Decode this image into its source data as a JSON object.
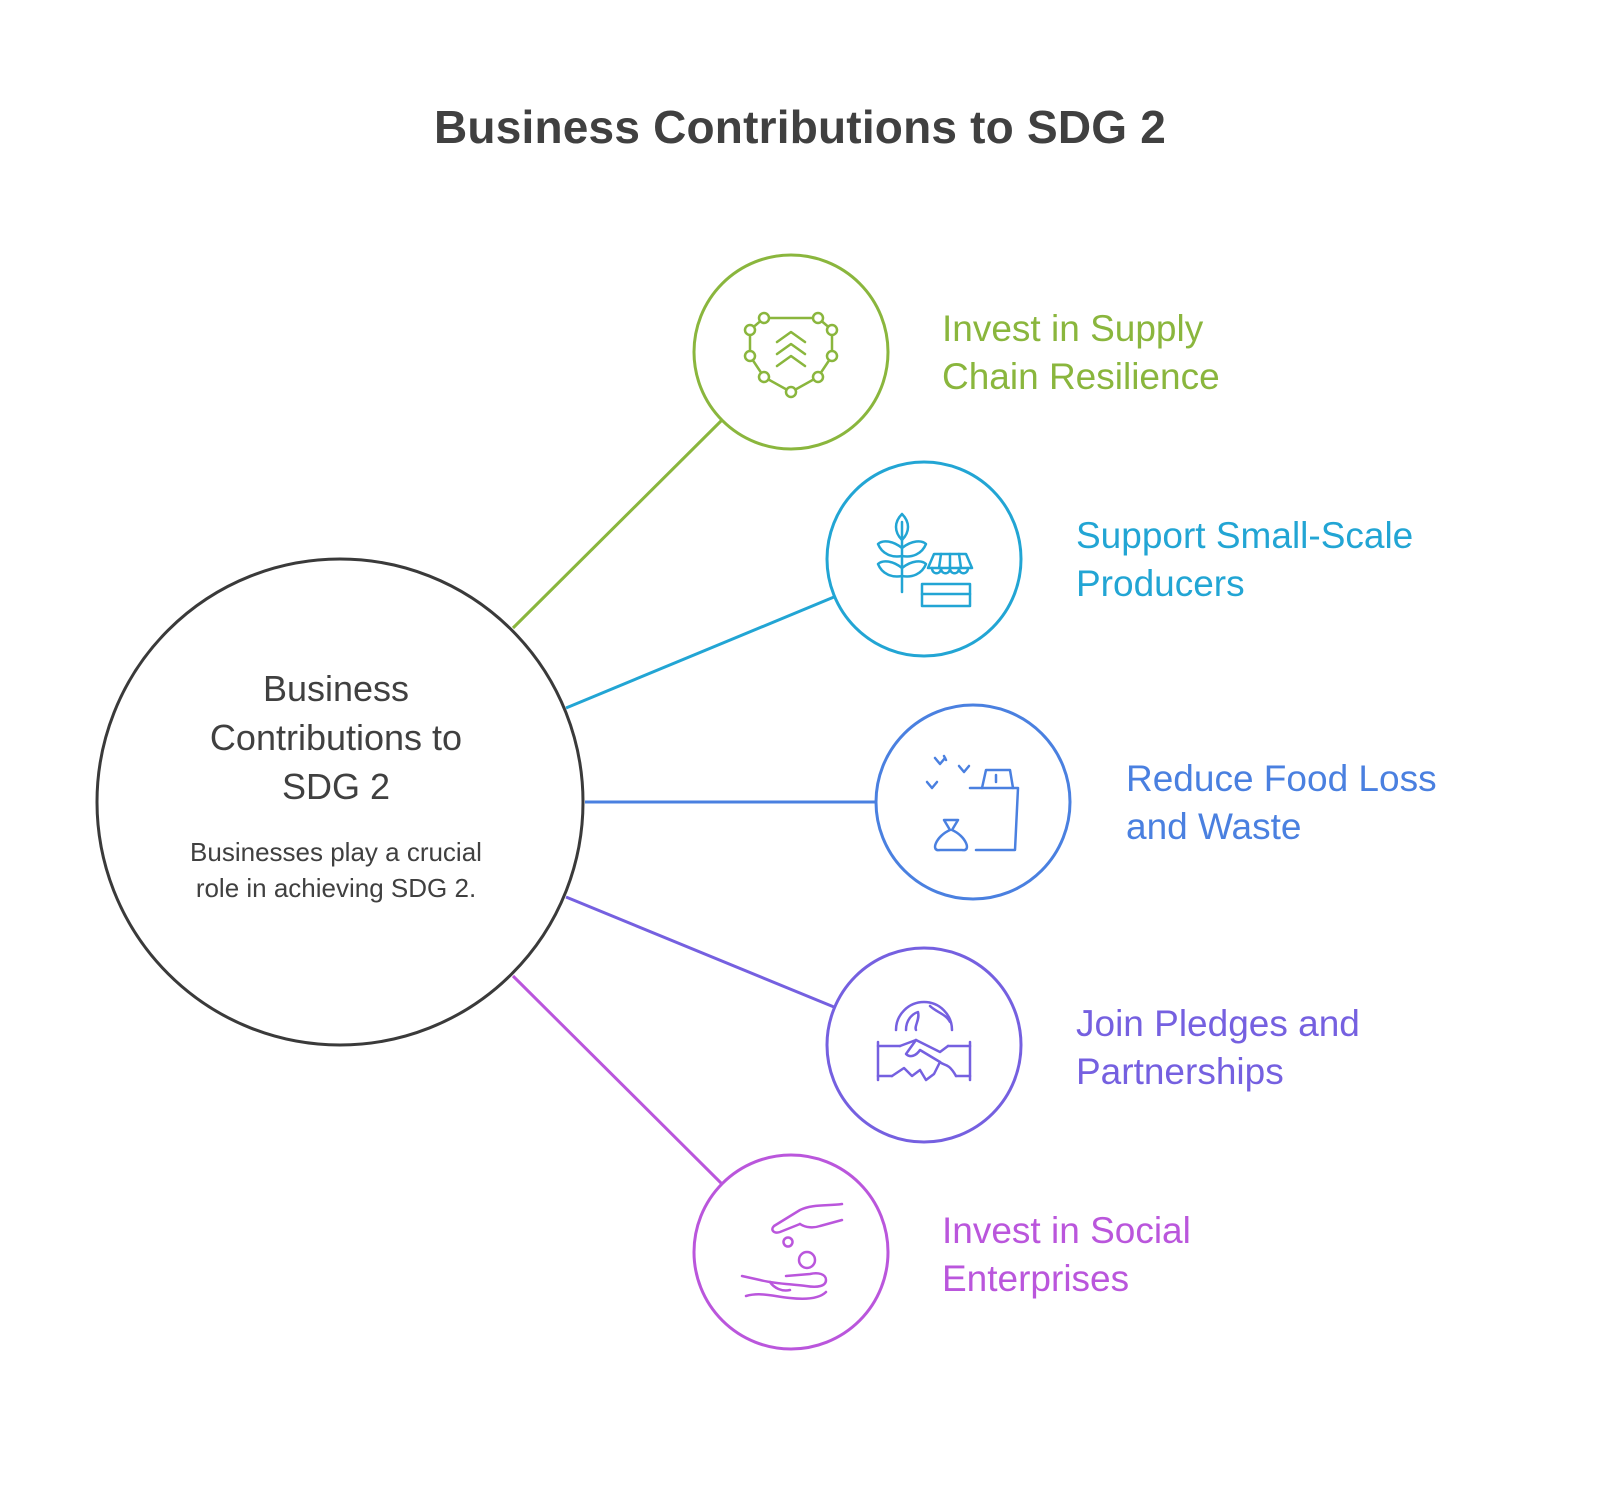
{
  "title": "Business Contributions to SDG 2",
  "hub": {
    "title": "Business Contributions to SDG 2",
    "description": "Businesses play a crucial role in achieving SDG 2."
  },
  "nodes": [
    {
      "label": "Invest in Supply Chain Resilience",
      "color": "#8ab63d",
      "icon": "supply-chain-network-icon"
    },
    {
      "label": "Support Small-Scale Producers",
      "color": "#22a5d4",
      "icon": "wheat-market-stall-icon"
    },
    {
      "label": "Reduce Food Loss and Waste",
      "color": "#4a80e0",
      "icon": "food-bag-container-icon"
    },
    {
      "label": "Join Pledges and Partnerships",
      "color": "#7560e0",
      "icon": "globe-handshake-icon"
    },
    {
      "label": "Invest in Social Enterprises",
      "color": "#ba56dc",
      "icon": "hand-giving-coins-icon"
    }
  ],
  "colors": {
    "text_dark": "#404040",
    "hub_stroke": "#3a3a3a"
  }
}
